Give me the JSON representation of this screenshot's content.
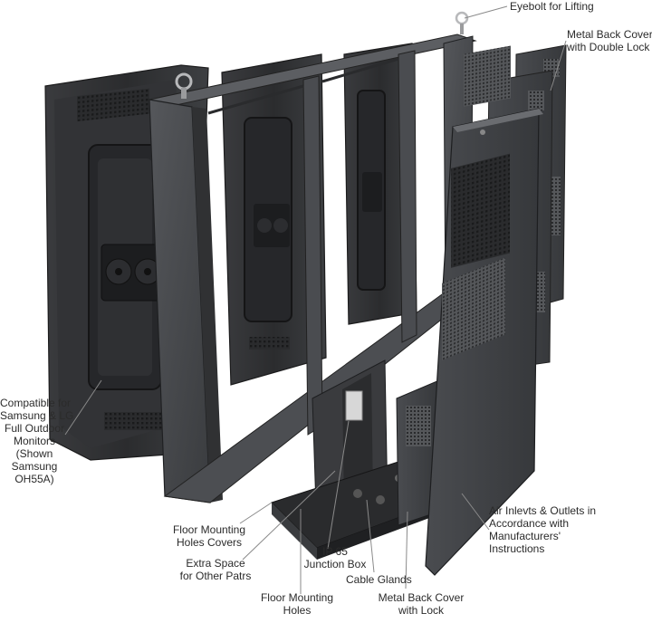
{
  "callouts": {
    "eyebolt": [
      "Eyebolt for Lifting"
    ],
    "back_covers": [
      "Metal Back Covers",
      "with Double Lock"
    ],
    "compatible": [
      "Compatible for",
      "Samsung & LG",
      "Full Outdoor",
      "Monitors",
      "(Shown",
      "Samsung",
      "OH55A)"
    ],
    "air": [
      "Air Inlevts & Outlets in",
      "Accordance with",
      "Manufacturers'",
      "Instructions"
    ],
    "floor_covers": [
      "Floor Mounting",
      "Holes Covers"
    ],
    "junction": [
      "IP 65",
      "Junction Box"
    ],
    "extra_space": [
      "Extra Space",
      "for Other Patrs"
    ],
    "floor_holes": [
      "Floor Mounting",
      "Holes"
    ],
    "glands": [
      "Cable Glands"
    ],
    "back_cover_lock": [
      "Metal Back Cover",
      "with Lock"
    ]
  },
  "colors": {
    "metal_dark": "#2e2f31",
    "metal_mid": "#46484b",
    "metal_light": "#6a6c70",
    "text": "#2b2b2b",
    "leader": "#8a8a8a"
  }
}
